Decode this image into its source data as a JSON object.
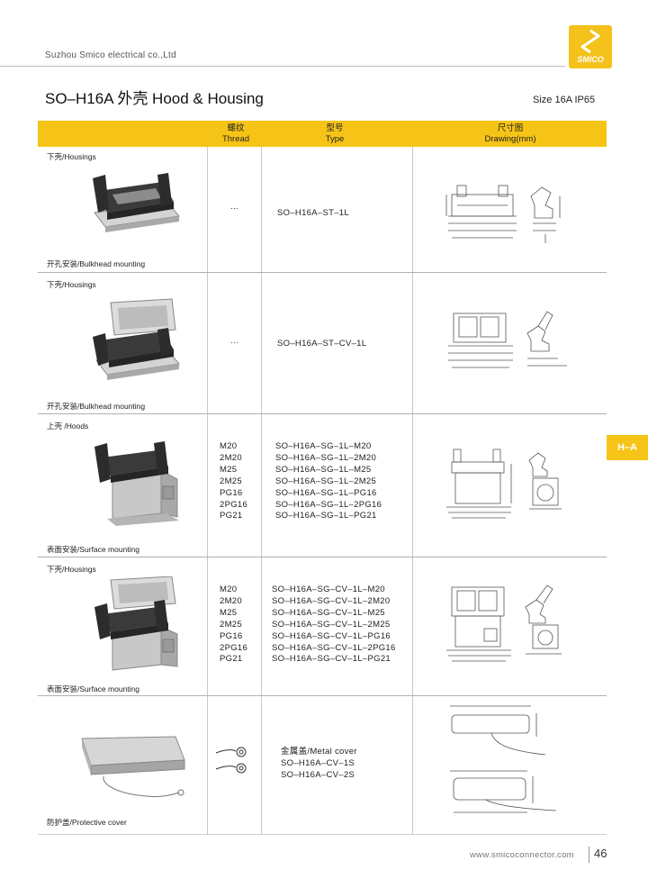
{
  "header": {
    "company": "Suzhou Smico electrical co.,Ltd",
    "logo_text": "SMICO",
    "title": "SO–H16A 外壳 Hood & Housing",
    "size": "Size 16A IP65"
  },
  "table_header": {
    "thread_cn": "螺纹",
    "thread_en": "Thread",
    "type_cn": "型号",
    "type_en": "Type",
    "drawing_cn": "尺寸图",
    "drawing_en": "Drawing(mm)"
  },
  "sections": [
    {
      "category": "下壳/Housings",
      "mounting": "开孔安装/Bulkhead mounting",
      "thread": "...",
      "type": "SO–H16A–ST–1L"
    },
    {
      "category": "下壳/Housings",
      "mounting": "开孔安装/Bulkhead mounting",
      "thread": "...",
      "type": "SO–H16A–ST–CV–1L"
    },
    {
      "category": "上壳 /Hoods",
      "mounting": "表面安装/Surface mounting",
      "threads": [
        "M20",
        "2M20",
        "M25",
        "2M25",
        "PG16",
        "2PG16",
        "PG21"
      ],
      "types": [
        "SO–H16A–SG–1L–M20",
        "SO–H16A–SG–1L–2M20",
        "SO–H16A–SG–1L–M25",
        "SO–H16A–SG–1L–2M25",
        "SO–H16A–SG–1L–PG16",
        "SO–H16A–SG–1L–2PG16",
        "SO–H16A–SG–1L–PG21"
      ]
    },
    {
      "category": "下壳/Housings",
      "mounting": "表面安装/Surface mounting",
      "threads": [
        "M20",
        "2M20",
        "M25",
        "2M25",
        "PG16",
        "2PG16",
        "PG21"
      ],
      "types": [
        "SO–H16A–SG–CV–1L–M20",
        "SO–H16A–SG–CV–1L–2M20",
        "SO–H16A–SG–CV–1L–M25",
        "SO–H16A–SG–CV–1L–2M25",
        "SO–H16A–SG–CV–1L–PG16",
        "SO–H16A–SG–CV–1L–2PG16",
        "SO–H16A–SG–CV–1L–PG21"
      ]
    },
    {
      "mounting": "防护盖/Protective cover",
      "types": [
        "金属盖/Metal cover",
        "SO–H16A–CV–1S",
        "SO–H16A–CV–2S"
      ]
    }
  ],
  "side_tab": "H–A",
  "footer": {
    "url": "www.smicoconnector.com",
    "page": "46"
  },
  "colors": {
    "accent": "#f6c416",
    "housing_dark": "#3a3a3a",
    "housing_grey": "#c8c8c8"
  }
}
